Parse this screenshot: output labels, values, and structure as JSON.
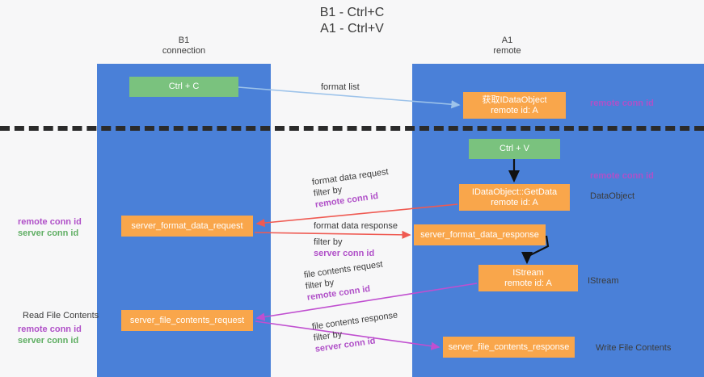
{
  "title": {
    "line1": "B1 - Ctrl+C",
    "line2": "A1 - Ctrl+V"
  },
  "lanes": [
    {
      "id": "b1",
      "name": "B1",
      "role": "connection",
      "color": "#4a80d8"
    },
    {
      "id": "a1",
      "name": "A1",
      "role": "remote",
      "color": "#4a80d8"
    }
  ],
  "colors": {
    "lane": "#4a80d8",
    "green_node": "#7ac27e",
    "orange_node": "#f9a64b",
    "remote_conn_id": "#b050c8",
    "server_conn_id": "#5fae63",
    "arrow_format_list": "#9dc3ea",
    "arrow_format_data": "#ef5a52",
    "arrow_file_contents": "#c04fd0",
    "arrow_black": "#111111",
    "separator": "#2b2b2b"
  },
  "nodes": {
    "ctrl_c": {
      "label": "Ctrl + C",
      "style": "green"
    },
    "get_idataobject": {
      "label": "获取IDataObject",
      "sub": "remote id: A",
      "style": "orange"
    },
    "ctrl_v": {
      "label": "Ctrl + V",
      "style": "green"
    },
    "idataobject_getdata": {
      "label": "IDataObject::GetData",
      "sub": "remote id: A",
      "style": "orange"
    },
    "server_format_data_request": {
      "label": "server_format_data_request",
      "style": "orange"
    },
    "server_format_data_response": {
      "label": "server_format_data_response",
      "style": "orange"
    },
    "istream": {
      "label": "IStream",
      "sub": "remote id: A",
      "style": "orange"
    },
    "server_file_contents_request": {
      "label": "server_file_contents_request",
      "style": "orange"
    },
    "server_file_contents_response": {
      "label": "server_file_contents_response",
      "style": "orange"
    }
  },
  "edge_labels": {
    "format_list": "format list",
    "format_data_request": "format data request",
    "format_data_request_filter_prefix": "filter by ",
    "format_data_request_filter_key": "remote conn id",
    "format_data_response": "format data response",
    "format_data_response_filter_prefix": "filter by ",
    "format_data_response_filter_key": "server conn id",
    "file_contents_request": "file contents request",
    "file_contents_request_filter_prefix": "filter by ",
    "file_contents_request_filter_key": "remote conn id",
    "file_contents_response": "file contents response",
    "file_contents_response_filter_prefix": "filter by ",
    "file_contents_response_filter_key": "server conn id"
  },
  "annotations": {
    "right_remote_conn_id_top": "remote conn id",
    "right_remote_conn_id_mid": "remote conn id",
    "dataobject": "DataObject",
    "istream": "IStream",
    "write_file_contents": "Write File Contents",
    "read_file_contents": "Read File Contents",
    "left_remote_conn_id_mid": "remote conn id",
    "left_server_conn_id_mid": "server conn id",
    "left_remote_conn_id_bottom": "remote conn id",
    "left_server_conn_id_bottom": "server conn id"
  }
}
